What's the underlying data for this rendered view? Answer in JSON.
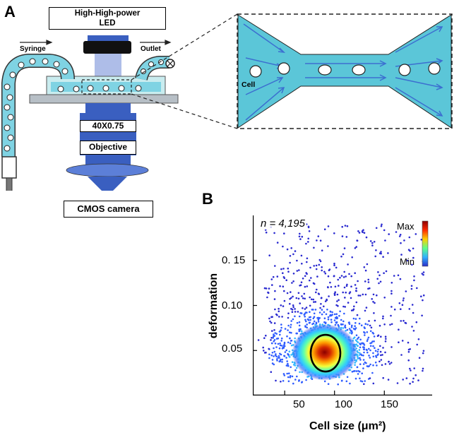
{
  "panels": {
    "a": "A",
    "b": "B"
  },
  "setup": {
    "led_label": "High-High-power\nLED",
    "syringe_label": "Syringe",
    "outlet_label": "Outlet",
    "magnification_label": "40X0.75",
    "objective_label": "Objective",
    "camera_label": "CMOS camera",
    "cell_label": "Cell"
  },
  "colors": {
    "channel_fill": "#5bc6d8",
    "tube_fill": "#7fd3e3",
    "optics_blue": "#3a5fc0",
    "arrow_blue": "#3c6fd0"
  },
  "chart_data": {
    "type": "scatter",
    "title": "",
    "xlabel": "Cell size (μm²)",
    "ylabel": "deformation",
    "xlim": [
      18,
      198
    ],
    "ylim": [
      0,
      0.2
    ],
    "x_ticks": [
      "50",
      "100",
      "150"
    ],
    "y_ticks": [
      "0.05",
      "0.10",
      "0. 15"
    ],
    "annotation": "n = 4,195",
    "colorbar": {
      "max_label": "Max",
      "min_label": "Min"
    },
    "density_peak": {
      "x": 90,
      "y": 0.048
    },
    "contour_center": {
      "x": 91,
      "y": 0.047
    }
  }
}
